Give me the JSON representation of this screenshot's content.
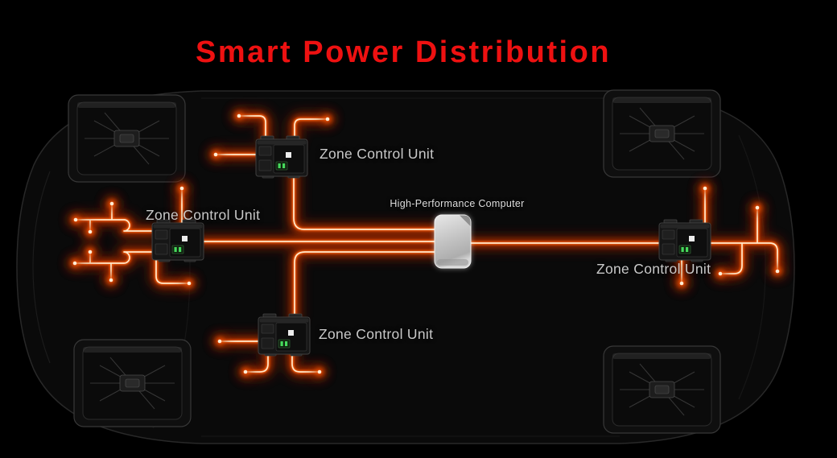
{
  "page": {
    "title": "Smart Power Distribution",
    "background_color": "#000000",
    "title_color": "#ee1111"
  },
  "diagram": {
    "description": "Top-down view of a car showing smart power distribution wiring",
    "computer": {
      "label": "High-Performance Computer",
      "position": "center"
    },
    "zone_control_units": [
      {
        "id": "zcu-top",
        "label": "Zone Control Unit",
        "position": "top-center"
      },
      {
        "id": "zcu-left",
        "label": "Zone Control Unit",
        "position": "front-left"
      },
      {
        "id": "zcu-bottom",
        "label": "Zone Control Unit",
        "position": "bottom-center"
      },
      {
        "id": "zcu-right",
        "label": "Zone Control Unit",
        "position": "rear-right"
      }
    ],
    "colors": {
      "wire_core": "#ffe9cb",
      "wire_glow": "#ff6210",
      "wire_halo": "#8f2500",
      "computer_box": "#c9c9c9",
      "zcu_box": "#181818",
      "label_text": "#c9c9c9",
      "car_outline": "#282828"
    }
  }
}
